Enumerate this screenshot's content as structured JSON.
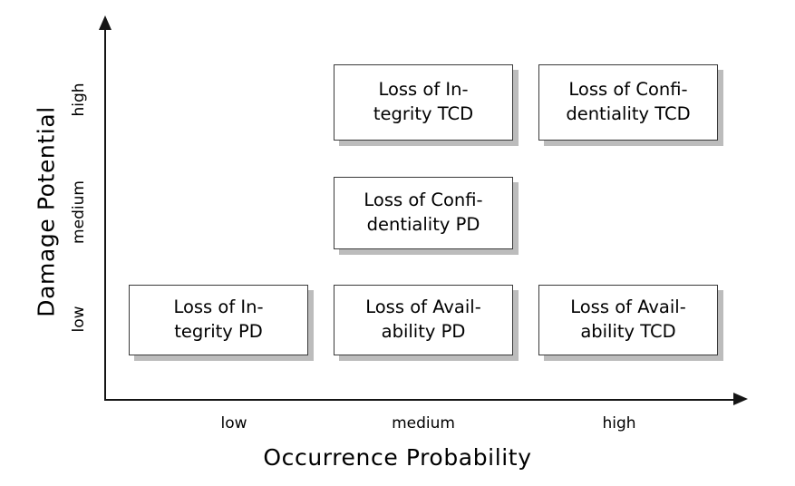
{
  "chart_data": {
    "type": "heatmap",
    "title": "",
    "xlabel": "Occurrence Probability",
    "ylabel": "Damage Potential",
    "x_categories": [
      "low",
      "medium",
      "high"
    ],
    "y_categories": [
      "low",
      "medium",
      "high"
    ],
    "grid": false,
    "legend": "none",
    "cells": [
      {
        "x": "medium",
        "y": "high",
        "lines": [
          "Loss of In-",
          "tegrity TCD"
        ],
        "text": "Loss of Integrity TCD"
      },
      {
        "x": "high",
        "y": "high",
        "lines": [
          "Loss of Confi-",
          "dentiality TCD"
        ],
        "text": "Loss of Confidentiality TCD"
      },
      {
        "x": "medium",
        "y": "medium",
        "lines": [
          "Loss of Confi-",
          "dentiality PD"
        ],
        "text": "Loss of Confidentiality PD"
      },
      {
        "x": "low",
        "y": "low",
        "lines": [
          "Loss of In-",
          "tegrity PD"
        ],
        "text": "Loss of Integrity PD"
      },
      {
        "x": "medium",
        "y": "low",
        "lines": [
          "Loss of Avail-",
          "ability PD"
        ],
        "text": "Loss of Availability PD"
      },
      {
        "x": "high",
        "y": "low",
        "lines": [
          "Loss of Avail-",
          "ability TCD"
        ],
        "text": "Loss of Availability TCD"
      }
    ]
  },
  "axes": {
    "y": {
      "title": "Damage Potential",
      "ticks": {
        "high": "high",
        "medium": "medium",
        "low": "low"
      }
    },
    "x": {
      "title": "Occurrence Probability",
      "ticks": {
        "low": "low",
        "medium": "medium",
        "high": "high"
      }
    }
  },
  "boxes": {
    "integrity_tcd": {
      "line1": "Loss of In-",
      "line2": "tegrity TCD"
    },
    "confidentiality_tcd": {
      "line1": "Loss of Confi-",
      "line2": "dentiality TCD"
    },
    "confidentiality_pd": {
      "line1": "Loss of Confi-",
      "line2": "dentiality PD"
    },
    "integrity_pd": {
      "line1": "Loss of In-",
      "line2": "tegrity PD"
    },
    "availability_pd": {
      "line1": "Loss of Avail-",
      "line2": "ability PD"
    },
    "availability_tcd": {
      "line1": "Loss of Avail-",
      "line2": "ability TCD"
    }
  },
  "colors": {
    "axis": "#151515",
    "box_border": "#3a3a3a",
    "box_fill": "#ffffff",
    "box_shadow": "#bcbcbc",
    "text": "#000000",
    "background": "#ffffff"
  }
}
